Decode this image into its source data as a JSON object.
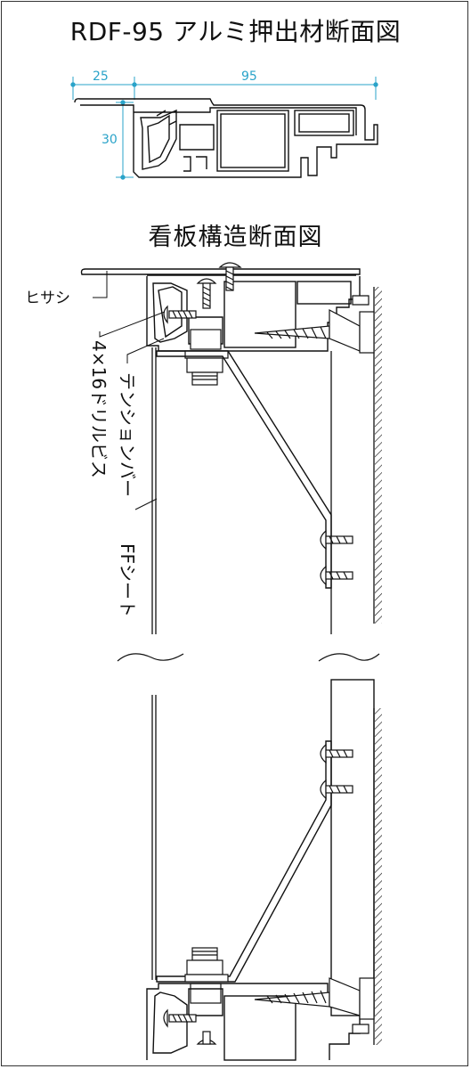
{
  "title": "RDF-95 アルミ押出材断面図",
  "subtitle": "看板構造断面図",
  "dimensions": {
    "lip": "25",
    "width": "95",
    "height": "30"
  },
  "labels": {
    "hisashi": "ヒサシ",
    "drill_screw": "4×16ドリルビス",
    "tension_bar": "テンションバー",
    "ff_sheet": "FFシート"
  },
  "colors": {
    "dimension": "#2aa3c9",
    "line": "#111111"
  }
}
